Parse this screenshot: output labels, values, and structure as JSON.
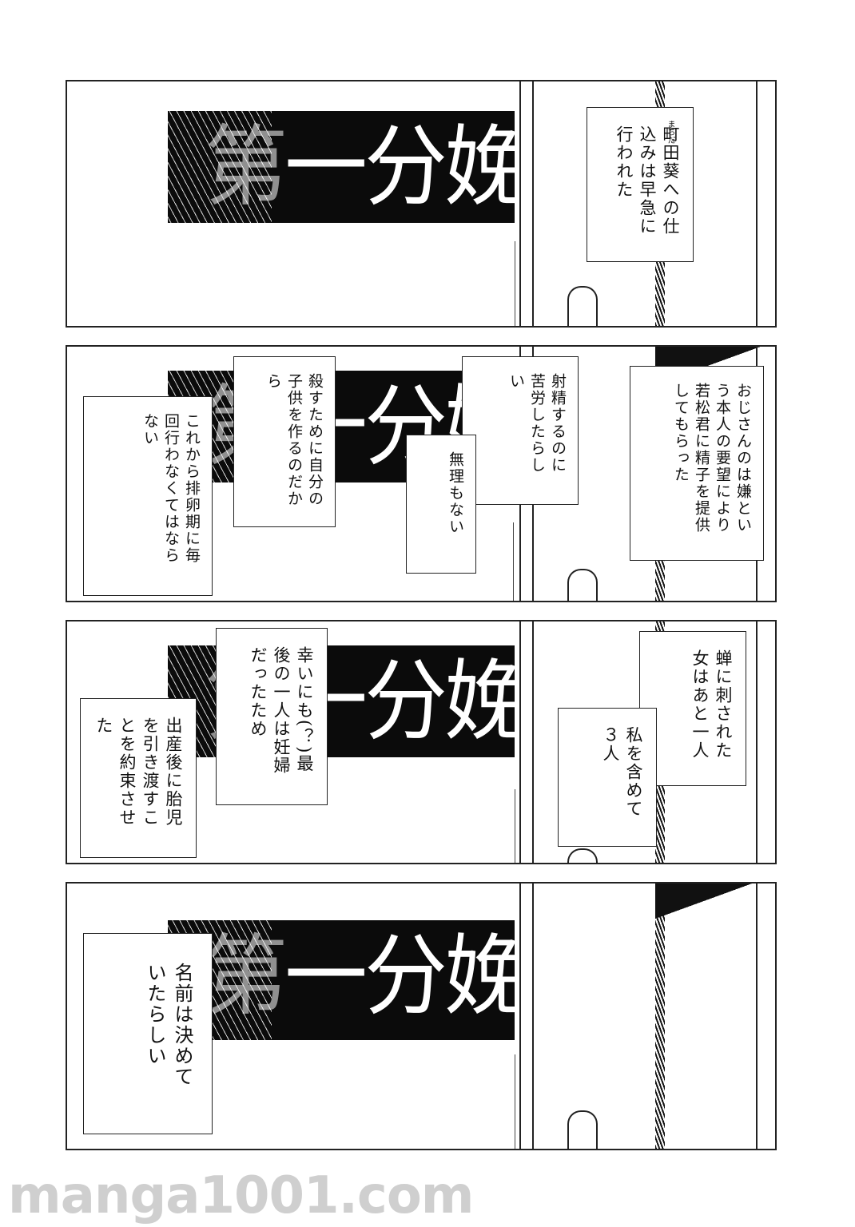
{
  "sign": {
    "text_first": "第",
    "text_rest": "一分娩室"
  },
  "panels": {
    "p1": {
      "caption": "町田葵への仕込みは早急に行われた",
      "ruby": "まちだ"
    },
    "p2": {
      "caption_right": "おじさんのは嫌という本人の要望により若松君に精子を提供してもらった",
      "caption_mid_a": "射精するのに苦労したらしい",
      "caption_mid_b": "無理もない",
      "caption_left_a": "殺すために自分の子供を作るのだから",
      "caption_left_b": "これから排卵期に毎回行わなくてはならない"
    },
    "p3": {
      "caption_right_a": "蝉に刺された女はあと一人",
      "caption_right_b": "私を含めて３人",
      "caption_mid": "幸いにも(？)最後の一人は妊婦だったため",
      "caption_left": "出産後に胎児を引き渡すことを約束させた"
    },
    "p4": {
      "caption": "名前は決めていたらしい"
    }
  },
  "watermark": "manga1001.com"
}
